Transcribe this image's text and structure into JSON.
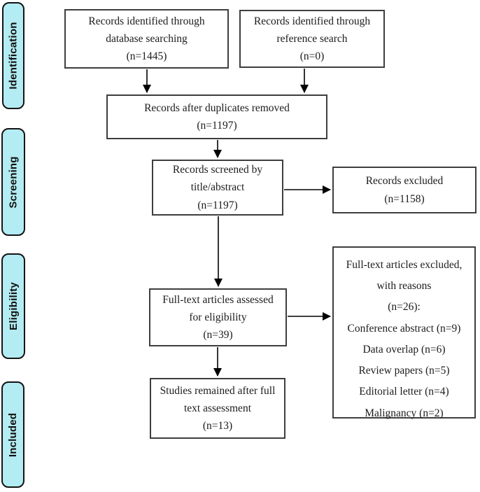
{
  "sidebar": {
    "stages": [
      {
        "label": "Identification"
      },
      {
        "label": "Screening"
      },
      {
        "label": "Eligibility"
      },
      {
        "label": "Included"
      }
    ],
    "fill_color": "#b3ecf2"
  },
  "boxes": {
    "db_search": {
      "lines": [
        "Records identified through",
        "database searching",
        "(n=1445)"
      ]
    },
    "ref_search": {
      "lines": [
        "Records identified through",
        "reference search",
        "(n=0)"
      ]
    },
    "duplicates_removed": {
      "lines": [
        "Records after duplicates removed",
        "(n=1197)"
      ]
    },
    "screened": {
      "lines": [
        "Records screened by",
        "title/abstract",
        "(n=1197)"
      ]
    },
    "records_excluded": {
      "lines": [
        "Records excluded",
        "(n=1158)"
      ]
    },
    "fulltext_assessed": {
      "lines": [
        "Full-text articles assessed",
        "for eligibility",
        "(n=39)"
      ]
    },
    "fulltext_excluded": {
      "lines": [
        "Full-text articles excluded,",
        "with reasons",
        "(n=26):",
        "Conference abstract (n=9)",
        "Data overlap (n=6)",
        "Review papers (n=5)",
        "Editorial letter (n=4)",
        "Malignancy (n=2)"
      ]
    },
    "studies_remained": {
      "lines": [
        "Studies remained after full",
        "text assessment",
        "(n=13)"
      ]
    }
  },
  "colors": {
    "stage_fill": "#b3ecf2",
    "box_border": "#3e3e3e",
    "arrow": "#000000"
  }
}
